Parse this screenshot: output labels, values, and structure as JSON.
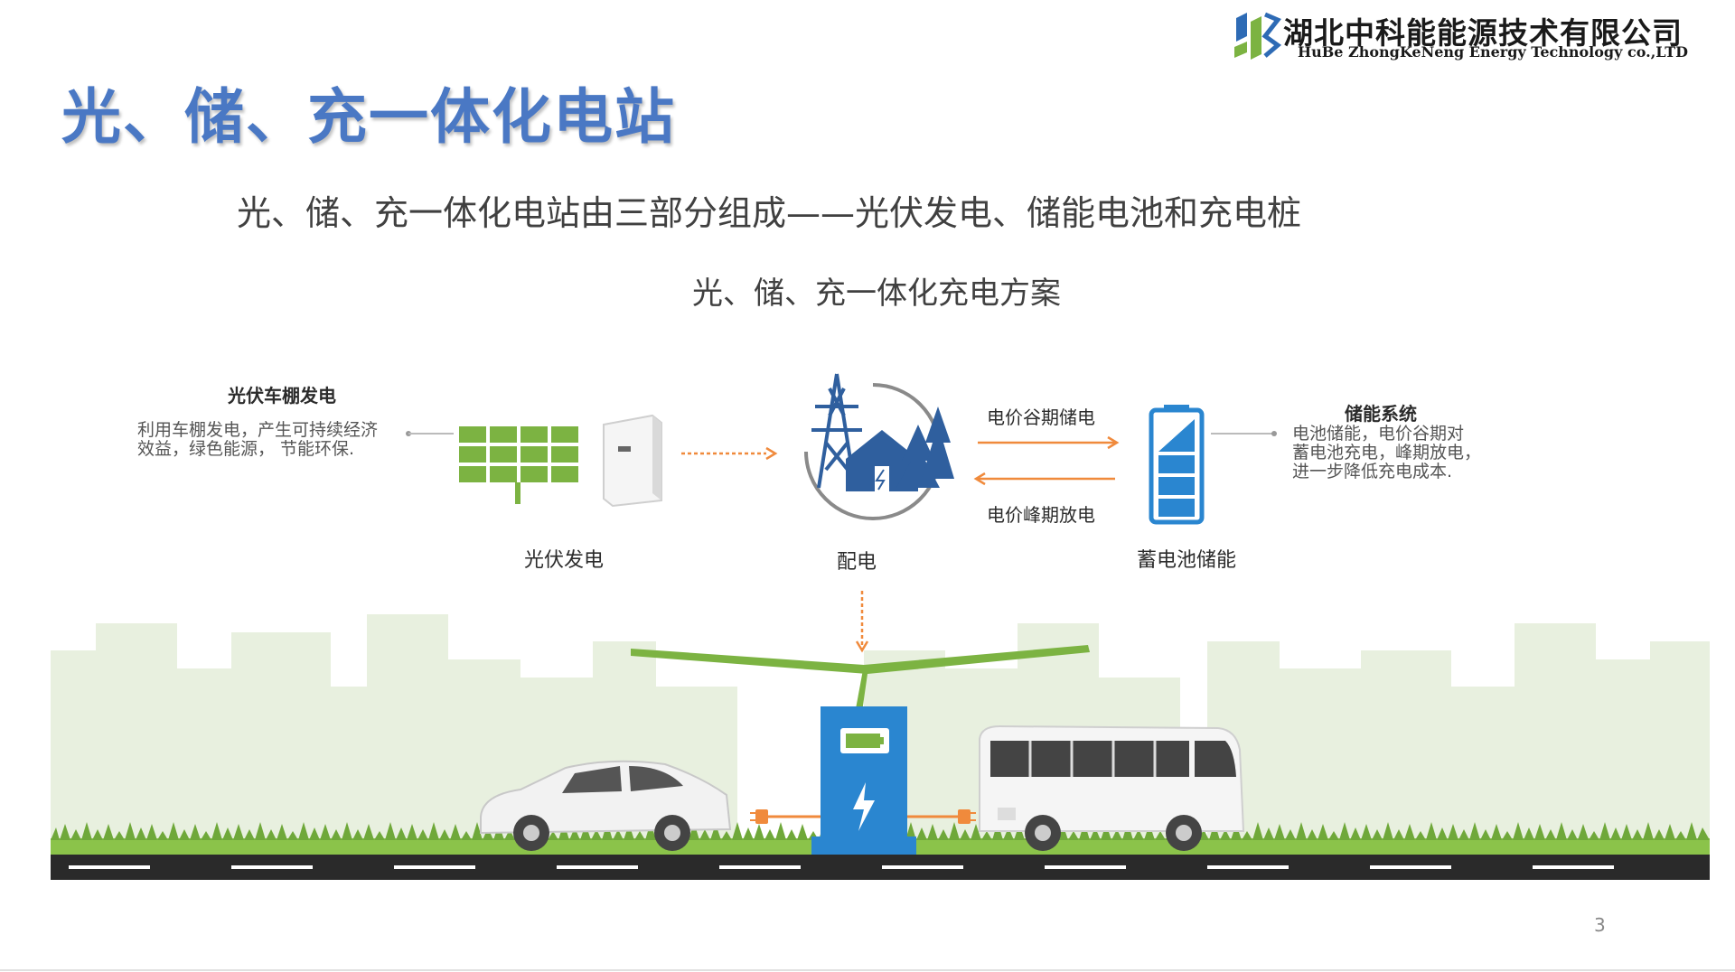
{
  "header": {
    "company_name_cn": "湖北中科能能源技术有限公司",
    "company_name_en": "HuBe ZhongKeNeng Energy Technology co.,LTD"
  },
  "slide": {
    "title": "光、储、充一体化电站",
    "subtitle": "光、储、充一体化电站由三部分组成——光伏发电、储能电池和充电桩",
    "page_number": "3"
  },
  "diagram": {
    "title": "光、储、充一体化充电方案",
    "pv_carport": {
      "heading": "光伏车棚发电",
      "desc_line1": "利用车棚发电，产生可持续经济",
      "desc_line2": "效益，绿色能源， 节能环保."
    },
    "pv_label": "光伏发电",
    "distribution_label": "配电",
    "storage_label": "蓄电池储能",
    "arrow_store_label": "电价谷期储电",
    "arrow_discharge_label": "电价峰期放电",
    "storage_system": {
      "heading": "储能系统",
      "desc_line1": "电池储能，电价谷期对",
      "desc_line2": "蓄电池充电，峰期放电，",
      "desc_line3": "进一步降低充电成本."
    }
  },
  "colors": {
    "title_blue": "#4a78c4",
    "panel_green": "#7cb342",
    "arrow_orange": "#f08a3c",
    "tower_blue": "#2f5f9e",
    "charger_blue": "#2a86d0",
    "city_green": "#e6efdc",
    "road": "#2a2a2a"
  }
}
